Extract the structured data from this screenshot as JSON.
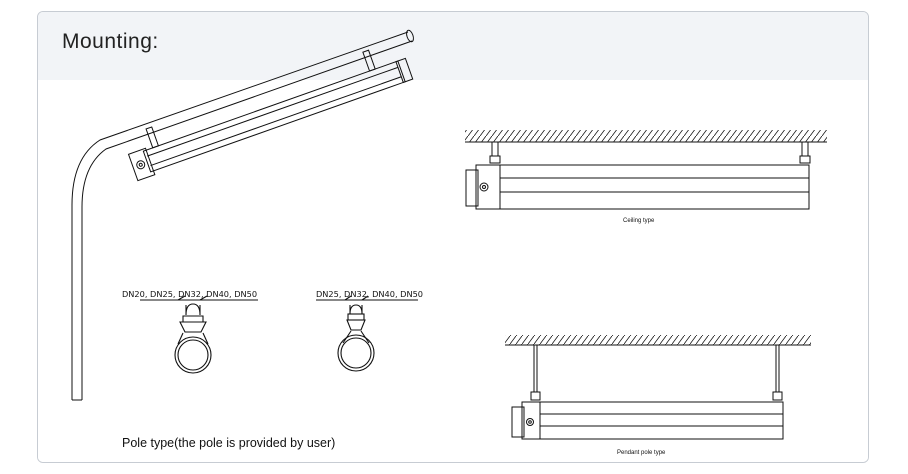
{
  "title": "Mounting:",
  "pole_section": {
    "caption": "Pole type(the pole is provided by user)",
    "clamp_large_label": "DN20, DN25, DN32, DN40, DN50",
    "clamp_small_label": "DN25, DN32, DN40, DN50"
  },
  "ceiling_section": {
    "caption": "Ceiling type"
  },
  "pendant_section": {
    "caption": "Pendant pole type"
  },
  "colors": {
    "line": "#111111",
    "header_band": "#f2f4f7",
    "frame_border": "#c7ccd3"
  }
}
